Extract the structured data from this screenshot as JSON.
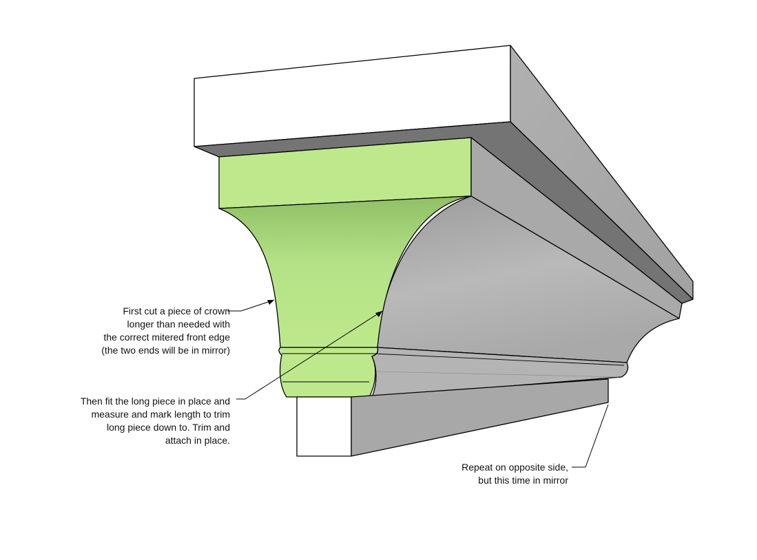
{
  "colors": {
    "background": "#ffffff",
    "new_piece_green": "#bde98c",
    "molding_gray": "#a8a8a8",
    "outline": "#000000"
  },
  "annotations": {
    "first_cut": {
      "lines": [
        "First cut a piece of crown",
        "longer than needed with",
        "the correct mitered front edge",
        "(the two ends will be in mirror)"
      ]
    },
    "fit_long_piece": {
      "lines": [
        "Then fit the long piece in place and",
        "measure and mark length to trim",
        "long piece down to.  Trim and",
        "attach in place."
      ]
    },
    "repeat_side": {
      "lines": [
        "Repeat on opposite side,",
        "but this time in mirror"
      ]
    }
  }
}
